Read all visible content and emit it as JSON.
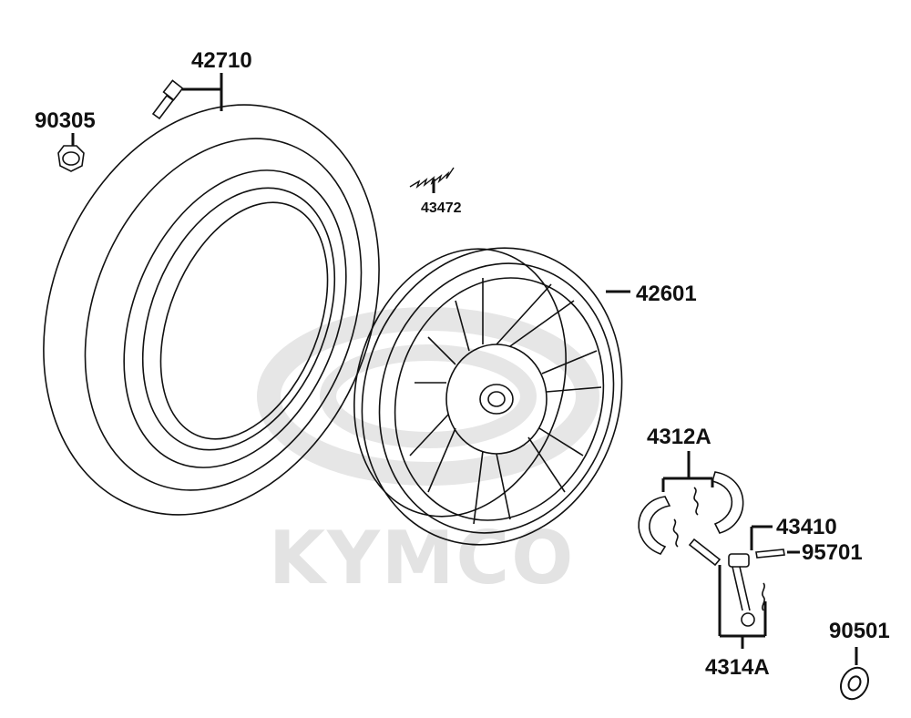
{
  "watermark": {
    "brand": "KYMCO"
  },
  "parts": [
    {
      "id": "p-42710",
      "number": "42710"
    },
    {
      "id": "p-90305",
      "number": "90305"
    },
    {
      "id": "p-43472",
      "number": "43472"
    },
    {
      "id": "p-42601",
      "number": "42601"
    },
    {
      "id": "p-4312A",
      "number": "4312A"
    },
    {
      "id": "p-43410",
      "number": "43410"
    },
    {
      "id": "p-95701",
      "number": "95701"
    },
    {
      "id": "p-90501",
      "number": "90501"
    },
    {
      "id": "p-4314A",
      "number": "4314A"
    }
  ]
}
